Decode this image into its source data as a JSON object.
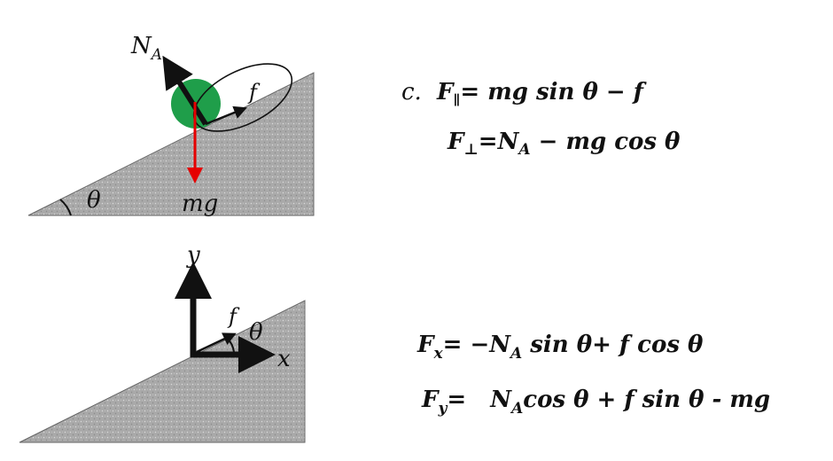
{
  "top_diagram": {
    "normal_force_label": "N",
    "normal_force_subscript": "A",
    "friction_label": "f",
    "weight_label": "mg",
    "angle_label": "θ"
  },
  "bottom_diagram": {
    "y_axis_label": "y",
    "x_axis_label": "x",
    "friction_label": "f",
    "angle_label": "θ"
  },
  "equations": {
    "part_label": "c.",
    "f_parallel_var": "F",
    "f_parallel_sub": "∥",
    "f_parallel_rhs": "= mg sin θ − f",
    "f_perp_var": "F",
    "f_perp_sub": "⊥",
    "f_perp_eq": "=N",
    "f_perp_eq_sub": "A",
    "f_perp_rhs": " − mg cos θ",
    "fx_var": "F",
    "fx_sub": "x",
    "fx_eq": "= −N",
    "fx_eq_sub": "A",
    "fx_rhs": " sin θ+ f  cos θ",
    "fy_var": "F",
    "fy_sub": "y",
    "fy_eq": "=   N",
    "fy_eq_sub": "A",
    "fy_rhs": "cos θ + f  sin θ - mg"
  },
  "colors": {
    "ball": "#1f9e4a",
    "weight_arrow": "#e60000",
    "incline_fill": "#a6a6a6",
    "arrow": "#111111"
  }
}
